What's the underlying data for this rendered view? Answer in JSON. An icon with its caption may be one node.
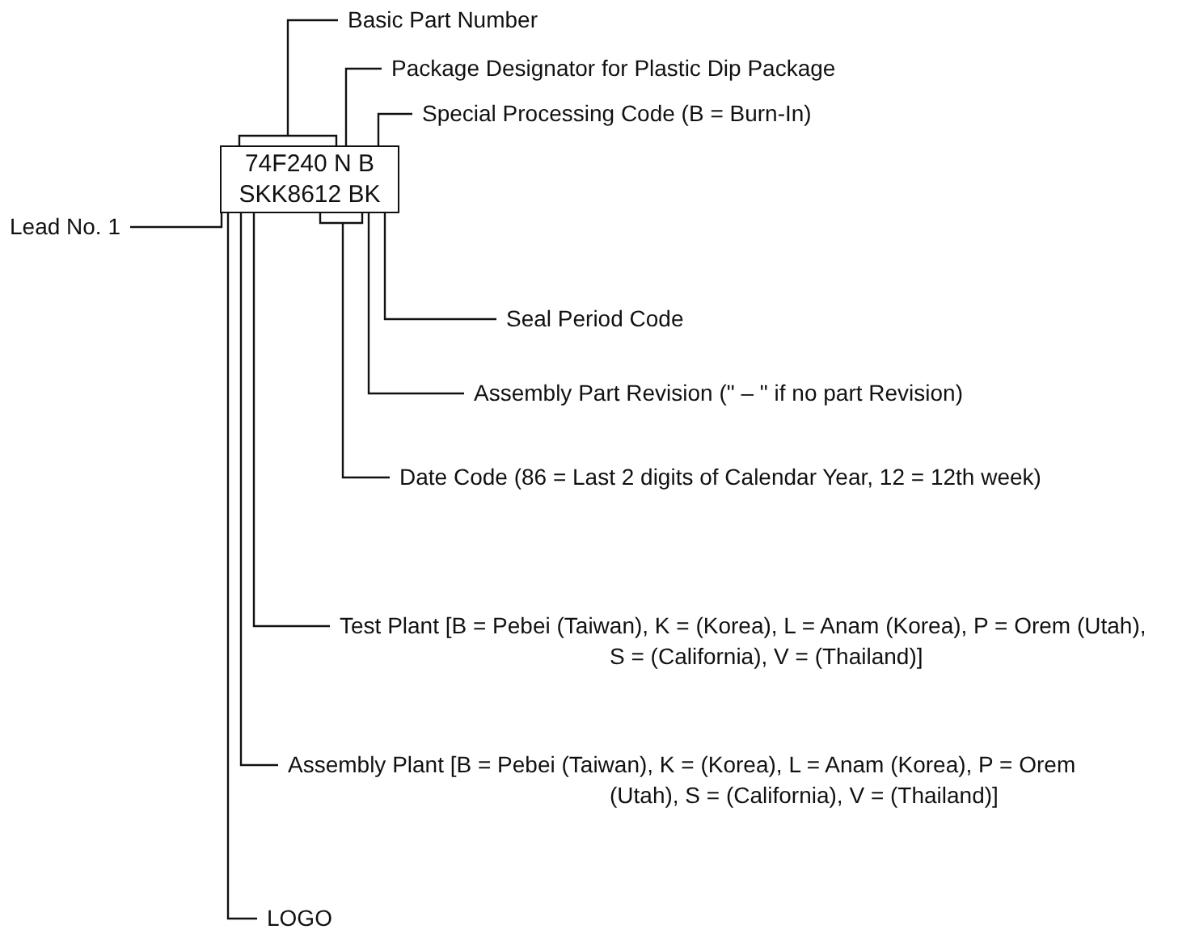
{
  "diagram": {
    "nodes": [
      {
        "text": [
          "74F240 N B",
          "SKK8612 BK"
        ]
      },
      {
        "text": [
          "Basic Part Number"
        ]
      },
      {
        "text": [
          "Package Designator for Plastic Dip Package"
        ]
      },
      {
        "text": [
          "Special Processing Code (B = Burn-In)"
        ]
      },
      {
        "text": [
          "Lead No. 1"
        ]
      },
      {
        "text": [
          "Seal Period Code"
        ]
      },
      {
        "text": [
          "Assembly Part Revision (\" – \" if no part Revision)"
        ]
      },
      {
        "text": [
          "Date Code (86 = Last 2 digits of Calendar Year, 12 = 12th week)"
        ]
      },
      {
        "text": [
          "Test Plant [B = Pebei (Taiwan), K = (Korea), L = Anam (Korea), P = Orem (Utah), S = (California), V = (Thailand)]"
        ]
      },
      {
        "text": [
          "Assembly Plant [B = Pebei (Taiwan), K = (Korea), L = Anam (Korea), P = Orem (Utah), S = (California), V = (Thailand)]"
        ]
      },
      {
        "text": [
          "LOGO"
        ]
      }
    ],
    "edges": [
      {
        "from": 1,
        "to": 0,
        "arrow": "none"
      },
      {
        "from": 2,
        "to": 0,
        "arrow": "none"
      },
      {
        "from": 3,
        "to": 0,
        "arrow": "none"
      },
      {
        "from": 4,
        "to": 0,
        "arrow": "none"
      },
      {
        "from": 5,
        "to": 0,
        "arrow": "none"
      },
      {
        "from": 6,
        "to": 0,
        "arrow": "none"
      },
      {
        "from": 7,
        "to": 0,
        "arrow": "none"
      },
      {
        "from": 8,
        "to": 0,
        "arrow": "none"
      },
      {
        "from": 9,
        "to": 0,
        "arrow": "none"
      },
      {
        "from": 10,
        "to": 0,
        "arrow": "none"
      }
    ]
  }
}
